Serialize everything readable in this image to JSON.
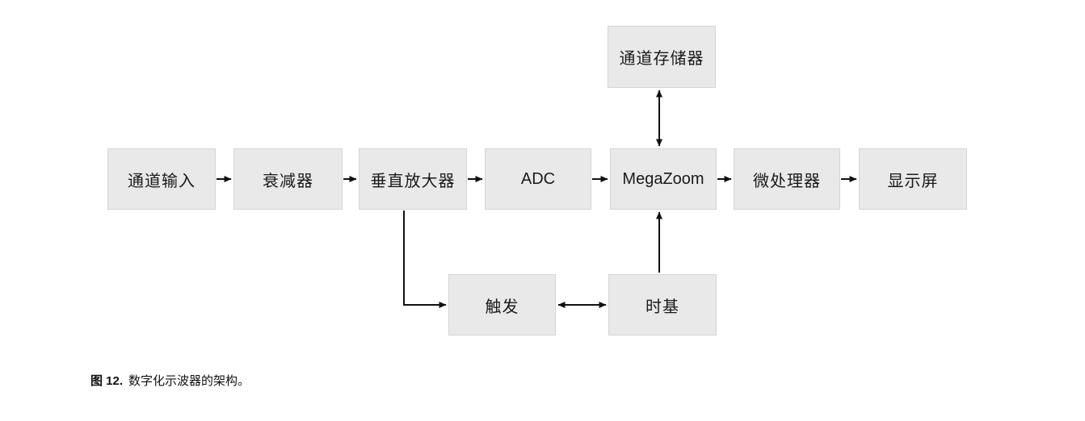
{
  "diagram": {
    "title": "Digitizing oscilloscope architecture block diagram",
    "nodes": [
      {
        "id": "channel-input",
        "label": "通道输入"
      },
      {
        "id": "attenuator",
        "label": "衰减器"
      },
      {
        "id": "vertical-amplifier",
        "label": "垂直放大器"
      },
      {
        "id": "adc",
        "label": "ADC"
      },
      {
        "id": "megazoom",
        "label": "MegaZoom"
      },
      {
        "id": "microprocessor",
        "label": "微处理器"
      },
      {
        "id": "display",
        "label": "显示屏"
      },
      {
        "id": "channel-memory",
        "label": "通道存储器"
      },
      {
        "id": "trigger",
        "label": "触发"
      },
      {
        "id": "timebase",
        "label": "时基"
      }
    ],
    "edges": [
      {
        "from": "channel-input",
        "to": "attenuator",
        "type": "arrow"
      },
      {
        "from": "attenuator",
        "to": "vertical-amplifier",
        "type": "arrow"
      },
      {
        "from": "vertical-amplifier",
        "to": "adc",
        "type": "arrow"
      },
      {
        "from": "adc",
        "to": "megazoom",
        "type": "arrow"
      },
      {
        "from": "megazoom",
        "to": "microprocessor",
        "type": "arrow"
      },
      {
        "from": "microprocessor",
        "to": "display",
        "type": "arrow"
      },
      {
        "from": "channel-memory",
        "to": "megazoom",
        "type": "double-arrow"
      },
      {
        "from": "vertical-amplifier",
        "to": "trigger",
        "type": "elbow-arrow"
      },
      {
        "from": "trigger",
        "to": "timebase",
        "type": "double-arrow"
      },
      {
        "from": "timebase",
        "to": "megazoom",
        "type": "arrow"
      }
    ],
    "caption": {
      "label": "图 12.",
      "text": "数字化示波器的架构。"
    },
    "colors": {
      "page_bg": "#ffffff",
      "box_fill": "#e9e9e9",
      "box_border": "#d5d5d5",
      "arrow_color": "#111111",
      "text_color": "#1a1a1a"
    }
  }
}
